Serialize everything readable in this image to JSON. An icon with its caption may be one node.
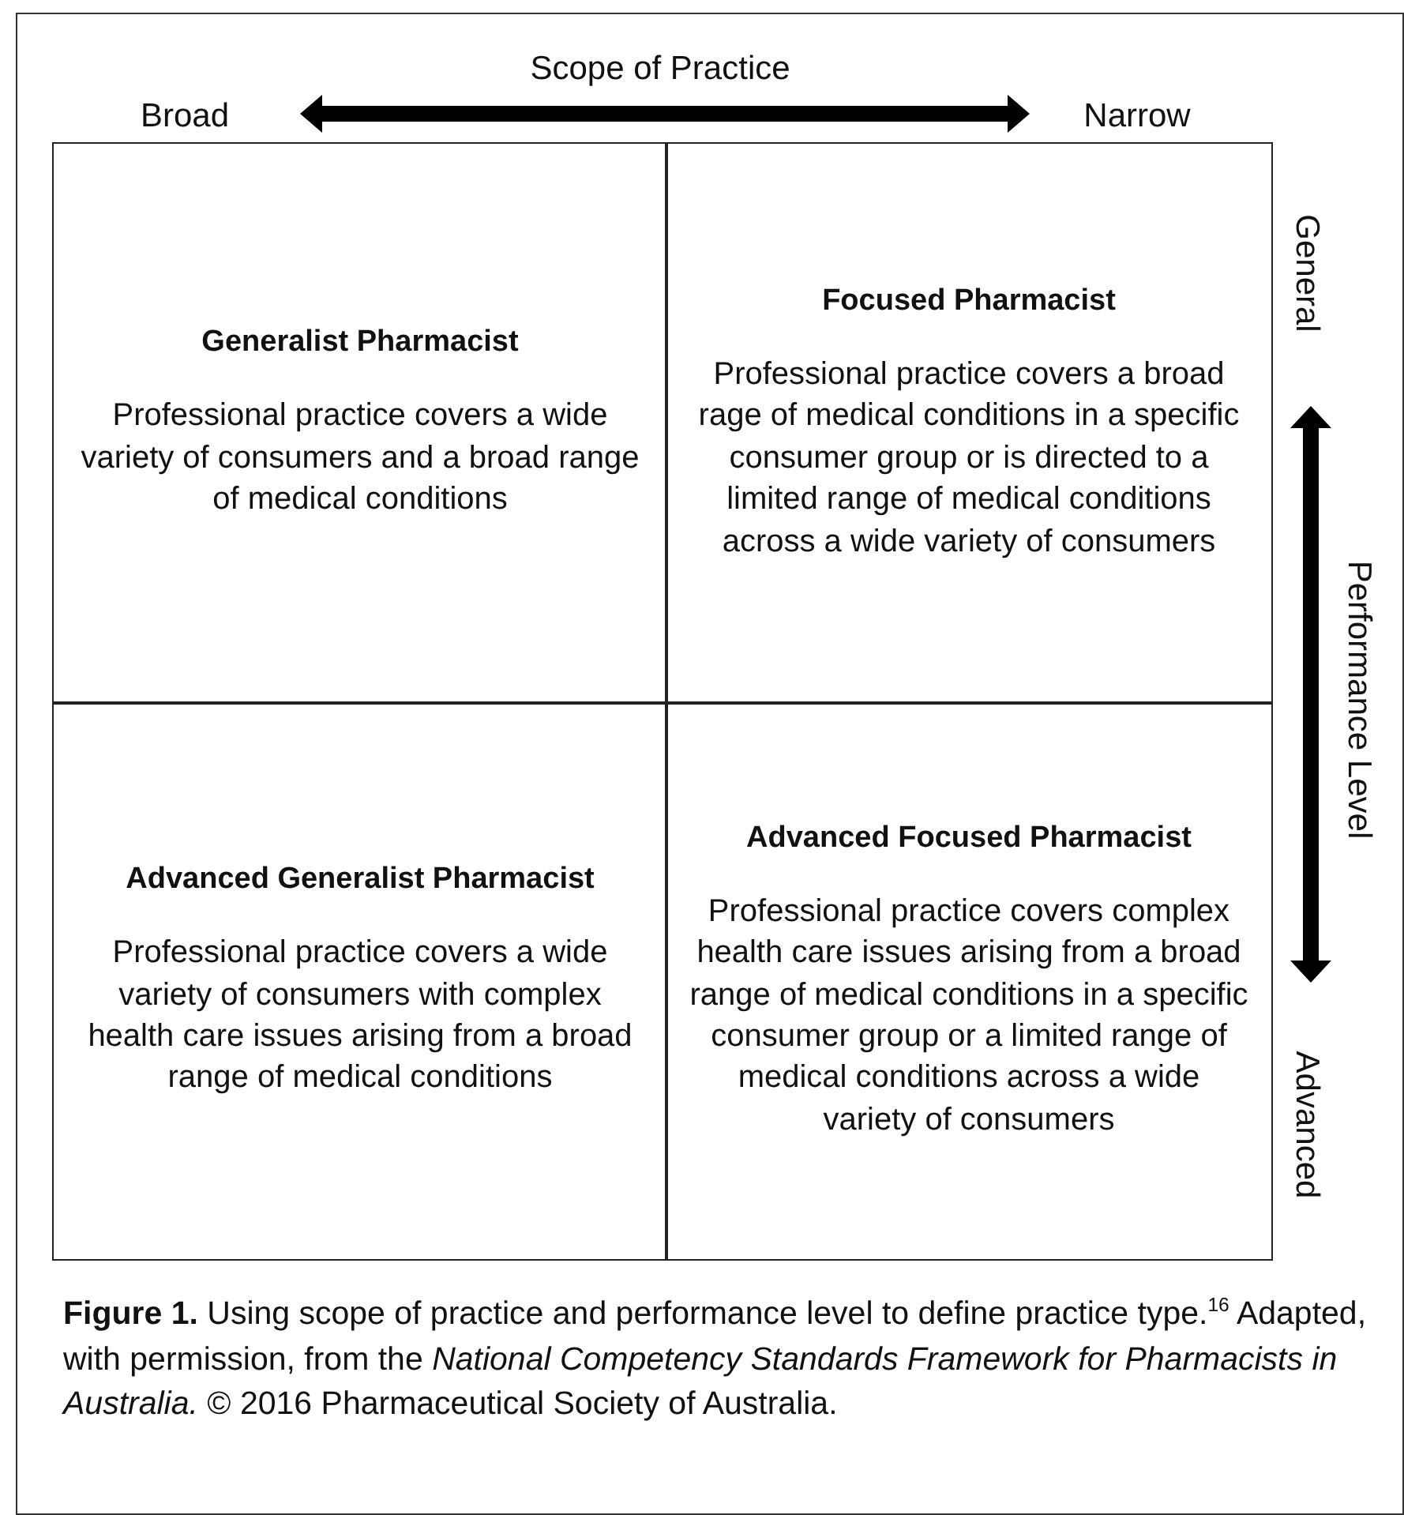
{
  "diagram": {
    "caption": "**Figure 1.** Using scope of practice and performance level to define practice type.$^{16}$ Adapted, with permission, from the *National Competency Standards Framework for Pharmacists in Australia.* © 2016 Pharmaceutical Society of Australia.",
    "nodes": [
      {
        "text": [
          "Generalist Pharmacist",
          "Professional practice covers a wide variety of consumers and a broad range of medical conditions"
        ]
      },
      {
        "text": [
          "Focused Pharmacist",
          "Professional practice covers a broad rage of medical conditions in a specific consumer group or is directed to a limited range of medical conditions across a wide variety of consumers"
        ]
      },
      {
        "text": [
          "Advanced Generalist Pharmacist",
          "Professional practice covers a wide variety of consumers with complex health care issues arising from a broad range of medical conditions"
        ]
      },
      {
        "text": [
          "Advanced Focused Pharmacist",
          "Professional practice covers complex health care issues arising from a broad range of medical conditions in a specific consumer group or a limited range of medical conditions across a wide variety of consumers"
        ]
      }
    ],
    "labels": [
      "Scope of Practice",
      "Broad",
      "Narrow",
      "General",
      "Performance Level",
      "Advanced"
    ]
  }
}
